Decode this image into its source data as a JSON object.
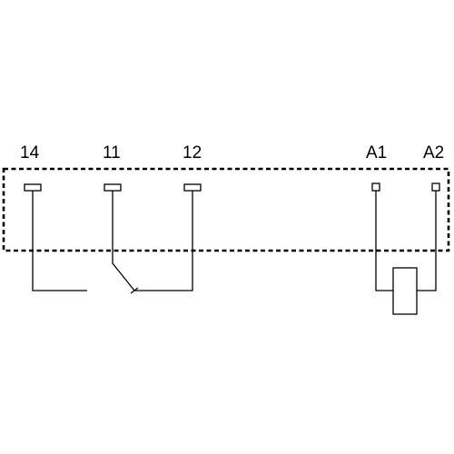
{
  "terminals": {
    "t14": "14",
    "t11": "11",
    "t12": "12",
    "a1": "A1",
    "a2": "A2"
  },
  "colors": {
    "line": "#000000",
    "background": "#ffffff"
  }
}
